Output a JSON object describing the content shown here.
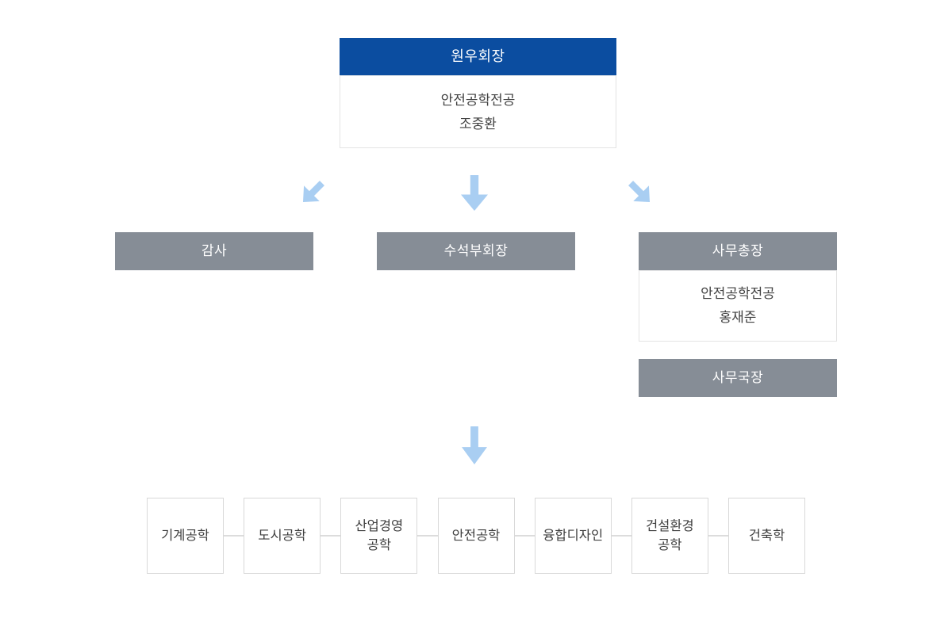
{
  "colors": {
    "primary_blue": "#0b4da0",
    "bar_gray": "#868d96",
    "arrow_blue": "#a9cef2",
    "box_border": "#d8d8d8",
    "text_dark": "#3f3f3f",
    "text_white": "#ffffff"
  },
  "nodes": {
    "president": {
      "title": "원우회장",
      "dept": "안전공학전공",
      "name": "조중환"
    },
    "auditor": {
      "label": "감사"
    },
    "senior_vice_president": {
      "label": "수석부회장"
    },
    "secretary_general": {
      "label": "사무총장",
      "dept": "안전공학전공",
      "name": "홍재준"
    },
    "office_director": {
      "label": "사무국장"
    }
  },
  "departments": [
    "기계공학",
    "도시공학",
    "산업경영\n공학",
    "안전공학",
    "융합디자인",
    "건설환경\n공학",
    "건축학"
  ],
  "icons": {
    "arrow_down": "block-arrow-down",
    "arrow_down_left": "block-arrow-down-left",
    "arrow_down_right": "block-arrow-down-right"
  }
}
